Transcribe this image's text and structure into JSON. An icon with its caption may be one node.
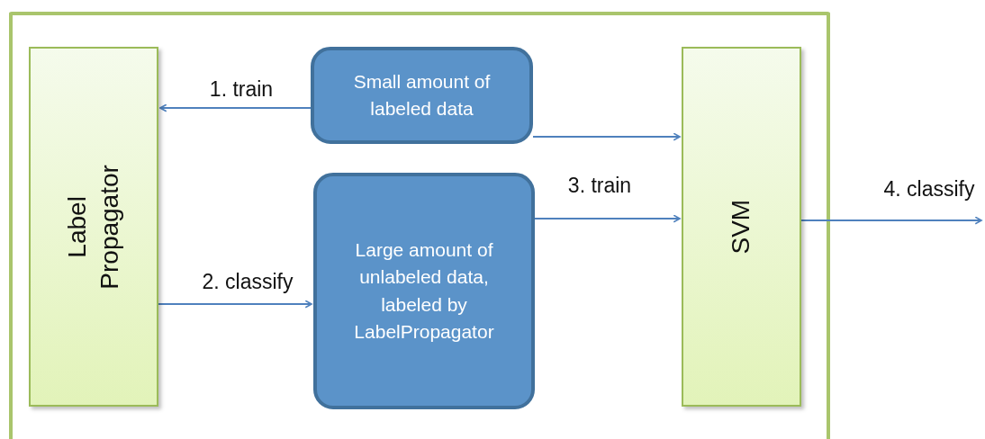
{
  "diagram": {
    "nodes": [
      {
        "text": [],
        "shape": "box"
      },
      {
        "text": [
          "Label Propagator"
        ],
        "in": 0
      },
      {
        "text": [
          "Small amount of labeled data"
        ],
        "in": 0
      },
      {
        "text": [
          "Large amount of unlabeled data, labeled by LabelPropagator"
        ],
        "in": 0
      },
      {
        "text": [
          "SVM"
        ],
        "in": 0
      }
    ],
    "edges": [
      {
        "from": 2,
        "to": 1,
        "arrow": "to",
        "label": "1. train"
      },
      {
        "from": 1,
        "to": 3,
        "arrow": "to",
        "label": "2. classify"
      },
      {
        "from": 2,
        "to": 4,
        "arrow": "to"
      },
      {
        "from": 3,
        "to": 4,
        "arrow": "to",
        "label": "3. train"
      },
      {
        "from": 4,
        "to": null,
        "arrow": "to",
        "label": "4. classify"
      }
    ]
  }
}
